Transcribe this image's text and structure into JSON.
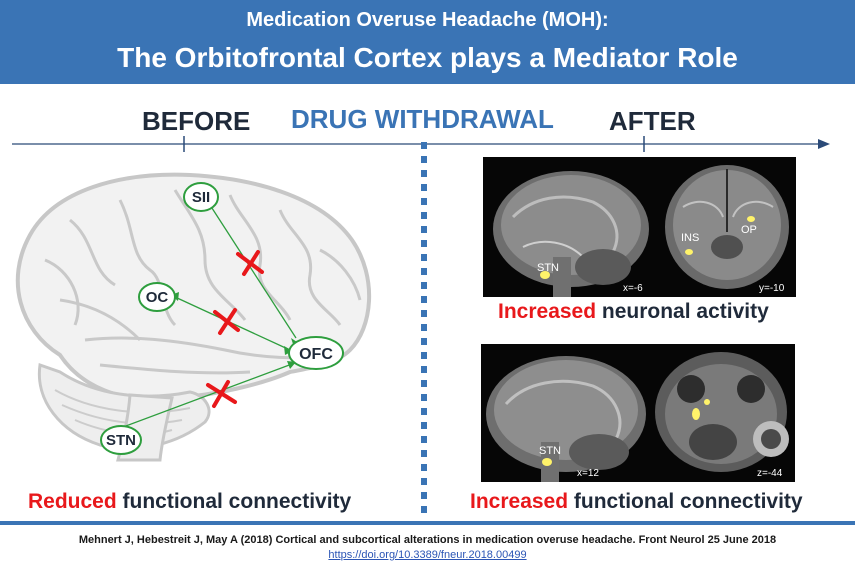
{
  "header": {
    "subtitle": "Medication Overuse Headache (MOH):",
    "title": "The Orbitofrontal Cortex plays a Mediator Role"
  },
  "timeline": {
    "before": "BEFORE",
    "withdrawal": "DRUG WITHDRAWAL",
    "after": "AFTER"
  },
  "brain": {
    "nodes": [
      "SII",
      "OC",
      "OFC",
      "STN"
    ],
    "caption_highlight": "Reduced",
    "caption_rest": " functional connectivity"
  },
  "scan1": {
    "labels": [
      "STN",
      "INS",
      "OP"
    ],
    "coords": [
      "x=-6",
      "y=-10"
    ],
    "caption_highlight": "Increased",
    "caption_rest": " neuronal activity"
  },
  "scan2": {
    "labels": [
      "STN"
    ],
    "coords": [
      "x=12",
      "z=-44"
    ],
    "caption_highlight": "Increased",
    "caption_rest": " functional connectivity"
  },
  "footer": {
    "citation": "Mehnert J, Hebestreit J, May A (2018) Cortical and subcortical alterations in medication overuse headache. Front Neurol 25 June 2018",
    "doi": "https://doi.org/10.3389/fneur.2018.00499"
  },
  "colors": {
    "header_bg": "#3a74b5",
    "accent_red": "#e8181b",
    "node_green": "#2e9e3e",
    "text_dark": "#1f2a3a"
  }
}
